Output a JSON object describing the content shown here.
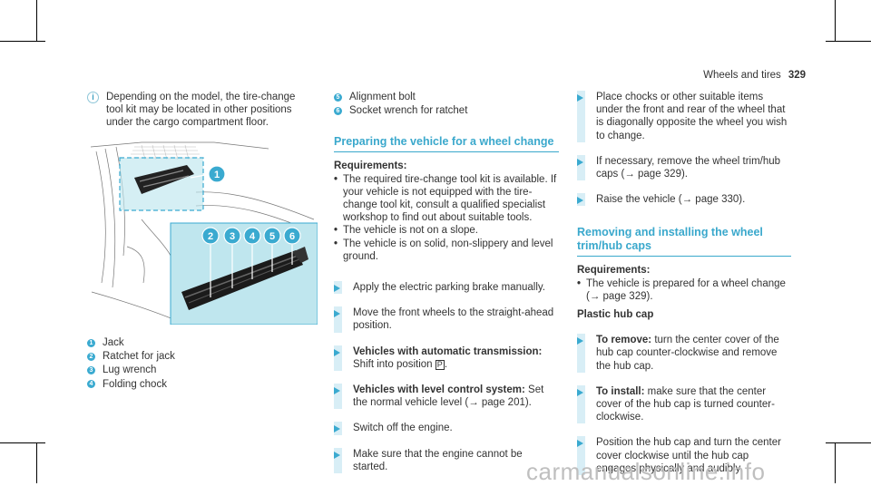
{
  "header": {
    "section": "Wheels and tires",
    "page": "329"
  },
  "col1": {
    "note": "Depending on the model, the tire-change tool kit may be located in other positions under the cargo compartment floor.",
    "legend": [
      {
        "n": "1",
        "label": "Jack"
      },
      {
        "n": "2",
        "label": "Ratchet for jack"
      },
      {
        "n": "3",
        "label": "Lug wrench"
      },
      {
        "n": "4",
        "label": "Folding chock"
      }
    ],
    "callouts": [
      "1",
      "2",
      "3",
      "4",
      "5",
      "6"
    ]
  },
  "col2": {
    "legend": [
      {
        "n": "5",
        "label": "Alignment bolt"
      },
      {
        "n": "6",
        "label": "Socket wrench for ratchet"
      }
    ],
    "title": "Preparing the vehicle for a wheel change",
    "req_label": "Requirements:",
    "bullets": [
      "The required tire-change tool kit is available. If your vehicle is not equipped with the tire-change tool kit, consult a qualified specialist workshop to find out about suitable tools.",
      "The vehicle is not on a slope.",
      "The vehicle is on solid, non-slippery and level ground."
    ],
    "steps": {
      "s1": "Apply the electric parking brake manually.",
      "s2": "Move the front wheels to the straight-ahead position.",
      "s3_bold": "Vehicles with automatic transmission:",
      "s3_rest": "Shift into position",
      "s3_key": "P",
      "s4_bold": "Vehicles with level control system:",
      "s4_rest": "Set the normal vehicle level (→ page 201).",
      "s5": "Switch off the engine.",
      "s6": "Make sure that the engine cannot be started."
    }
  },
  "col3": {
    "steps_top": [
      "Place chocks or other suitable items under the front and rear of the wheel that is diagonally opposite the wheel you wish to change.",
      "If necessary, remove the wheel trim/hub caps (→ page 329).",
      "Raise the vehicle (→ page 330)."
    ],
    "title": "Removing and installing the wheel trim/hub caps",
    "req_label": "Requirements:",
    "bullet": "The vehicle is prepared for a wheel change (→ page 329).",
    "sub": "Plastic hub cap",
    "steps": [
      {
        "bold": "To remove:",
        "rest": "turn the center cover of the hub cap counter-clockwise and remove the hub cap."
      },
      {
        "bold": "To install:",
        "rest": "make sure that the center cover of the hub cap is turned counter-clockwise."
      },
      {
        "bold": "",
        "rest": "Position the hub cap and turn the center cover clockwise until the hub cap engages physically and audibly."
      }
    ]
  },
  "watermark": "carmanualsonline.info",
  "colors": {
    "accent": "#3aa8cc",
    "panel": "#bfe6ee"
  }
}
